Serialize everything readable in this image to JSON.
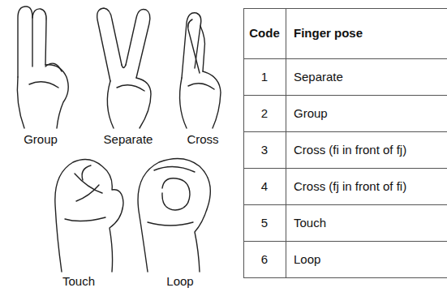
{
  "diagram": {
    "labels": [
      "Group",
      "Separate",
      "Cross",
      "Touch",
      "Loop",
      "Code",
      "Finger pose",
      "1",
      "Separate",
      "2",
      "Group",
      "3",
      "Cross (fi in front of fj)",
      "4",
      "Cross (fj in front of fi)",
      "5",
      "Touch",
      "6",
      "Loop"
    ]
  }
}
